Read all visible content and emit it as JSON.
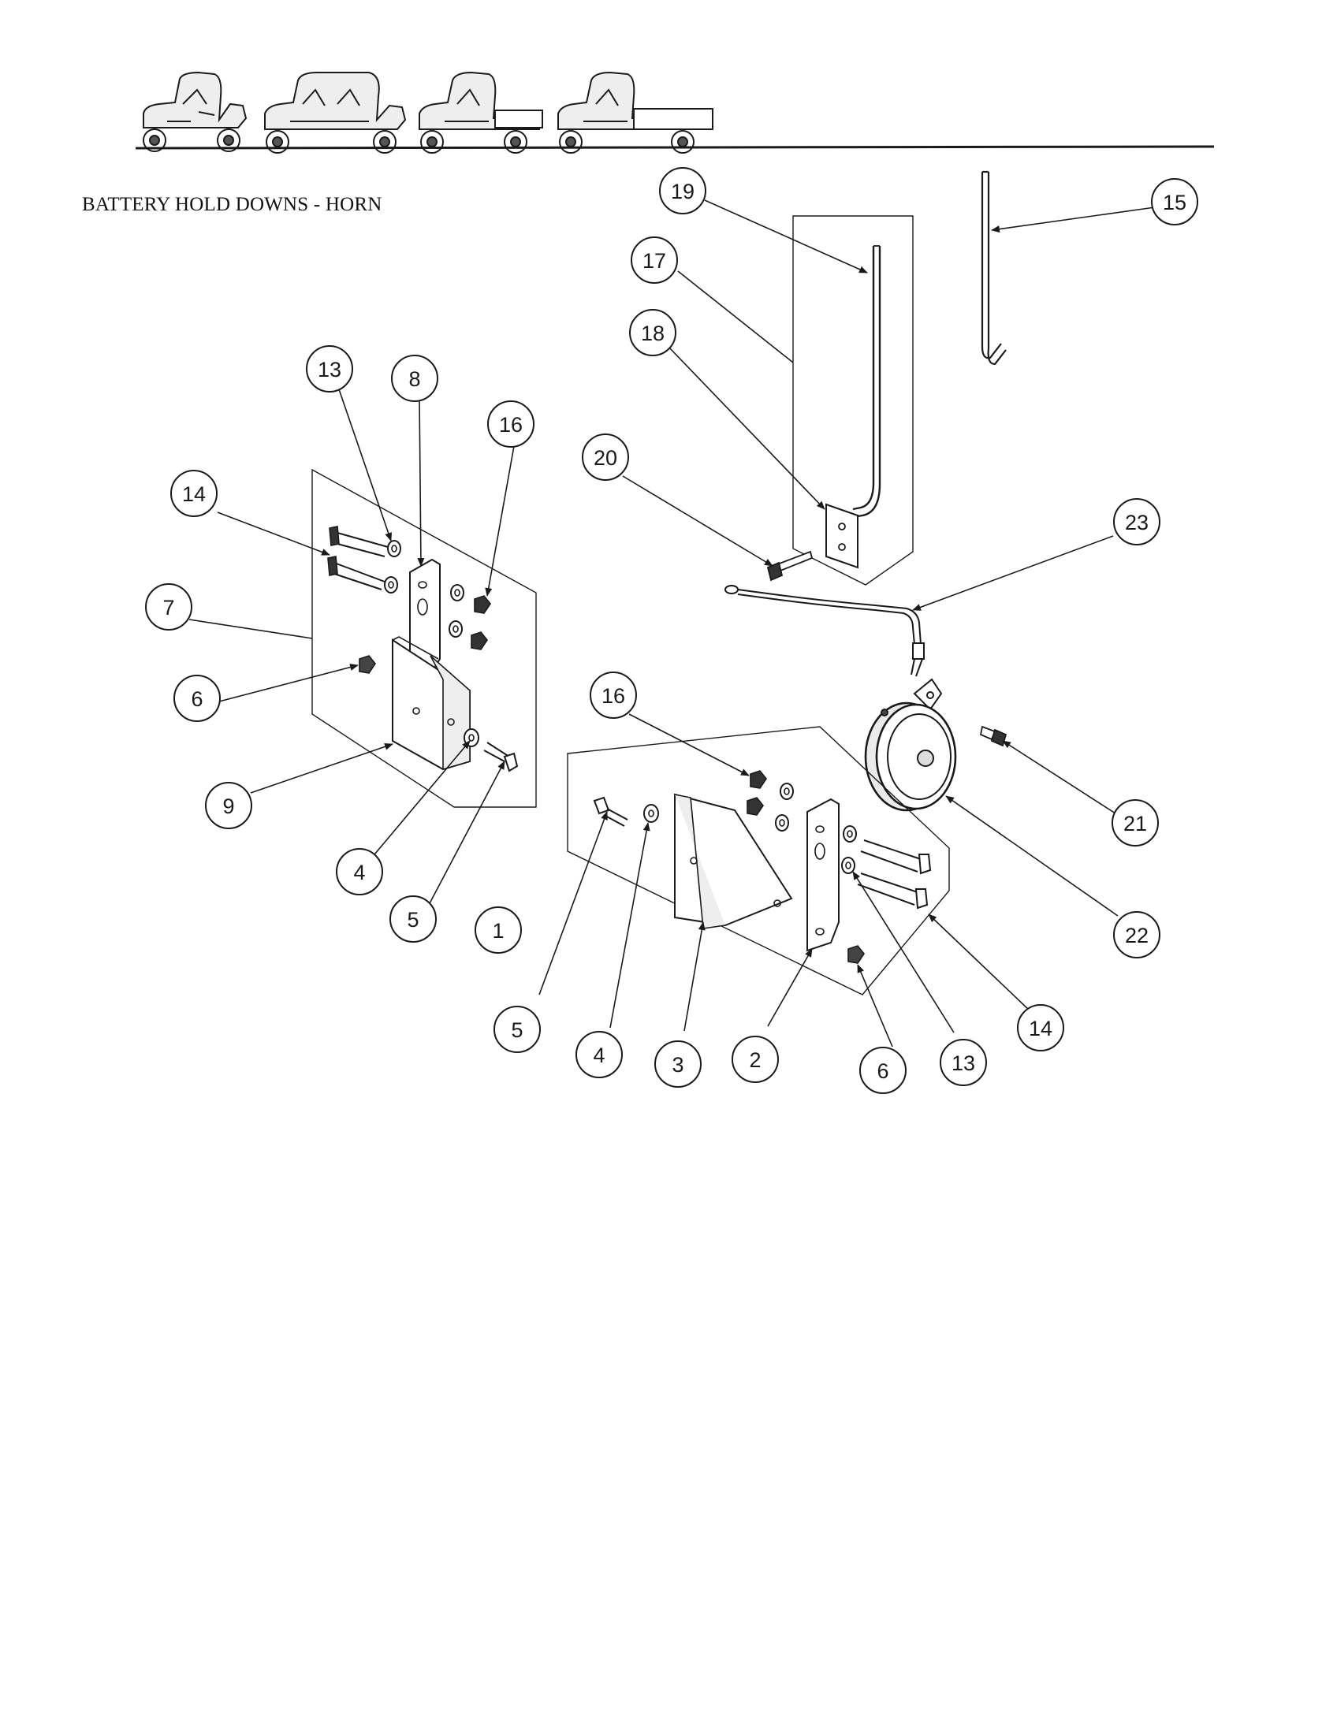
{
  "header": {
    "vehicle_icons": [
      "vehicle-2-seat-icon",
      "vehicle-4-seat-icon",
      "vehicle-short-bed-icon",
      "vehicle-long-bed-icon"
    ]
  },
  "page_title": "BATTERY HOLD DOWNS - HORN",
  "callouts": {
    "c19": "19",
    "c17": "17",
    "c18": "18",
    "c15": "15",
    "c20": "20",
    "c23": "23",
    "c13a": "13",
    "c8": "8",
    "c16a": "16",
    "c14a": "14",
    "c7": "7",
    "c6a": "6",
    "c9": "9",
    "c4a": "4",
    "c5a": "5",
    "c1": "1",
    "c16b": "16",
    "c21": "21",
    "c22": "22",
    "c5b": "5",
    "c4b": "4",
    "c3": "3",
    "c2": "2",
    "c6b": "6",
    "c13b": "13",
    "c14b": "14"
  },
  "colors": {
    "ink": "#1a1a1a",
    "paper": "#ffffff",
    "shade": "#d8d8d8"
  }
}
